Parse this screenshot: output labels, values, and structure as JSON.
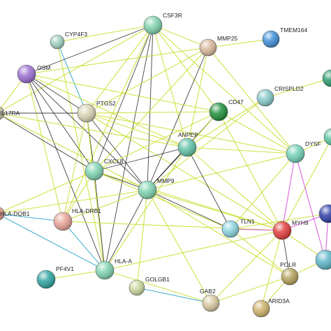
{
  "network": {
    "nodes": [
      {
        "id": "CSF3R",
        "label": "CSF3R",
        "color": "#7fd3b0"
      },
      {
        "id": "CYP4F3",
        "label": "CYP4F3",
        "color": "#9fd0c0"
      },
      {
        "id": "MMP25",
        "label": "MMP25",
        "color": "#d9b89a"
      },
      {
        "id": "TMEM164",
        "label": "TMEM164",
        "color": "#3f8fd6"
      },
      {
        "id": "OSM",
        "label": "OSM",
        "color": "#9a6fd2"
      },
      {
        "id": "PTGS2",
        "label": "PTGS2",
        "color": "#d8d3b2"
      },
      {
        "id": "CD47",
        "label": "CD47",
        "color": "#1f8f3a"
      },
      {
        "id": "CRISPLD2",
        "label": "CRISPLD2",
        "color": "#86c9c9"
      },
      {
        "id": "IL17RA",
        "label": "IL17RA",
        "color": "#c8c3a8"
      },
      {
        "id": "ANPEP",
        "label": "ANPEP",
        "color": "#63c2a8"
      },
      {
        "id": "DYSF",
        "label": "DYSF",
        "color": "#72d1b8"
      },
      {
        "id": "CXCL8",
        "label": "CXCL8",
        "color": "#7fd3b0"
      },
      {
        "id": "MMP9",
        "label": "MMP9",
        "color": "#7fd3b0"
      },
      {
        "id": "HLA-DQB1",
        "label": "HLA-DQB1",
        "color": "#e49b8d"
      },
      {
        "id": "HLA-DRB1",
        "label": "HLA-DRB1",
        "color": "#e8a397"
      },
      {
        "id": "TLN1",
        "label": "TLN1",
        "color": "#8ad4df"
      },
      {
        "id": "MYH9",
        "label": "MYH9",
        "color": "#e23d3d"
      },
      {
        "id": "PF4V1",
        "label": "PF4V1",
        "color": "#2ea3a0"
      },
      {
        "id": "HLA-A",
        "label": "HLA-A",
        "color": "#7fd3b0"
      },
      {
        "id": "GOLGB1",
        "label": "GOLGB1",
        "color": "#c9d69c"
      },
      {
        "id": "POLR",
        "label": "POLR",
        "color": "#b3a25a"
      },
      {
        "id": "GAB2",
        "label": "GAB2",
        "color": "#d8c8a0"
      },
      {
        "id": "ARID3A",
        "label": "ARID3A",
        "color": "#cdb26a"
      },
      {
        "id": "RIGHT1",
        "label": "",
        "color": "#2c9b6f"
      },
      {
        "id": "RIGHT2",
        "label": "",
        "color": "#2f3fa6"
      },
      {
        "id": "RIGHT3",
        "label": "",
        "color": "#5fb6c8"
      },
      {
        "id": "RIGHT4",
        "label": "",
        "color": "#5cc6a0"
      }
    ],
    "edges": [
      [
        "CSF3R",
        "CYP4F3",
        "#c9dd2a"
      ],
      [
        "CSF3R",
        "OSM",
        "#222222"
      ],
      [
        "CSF3R",
        "PTGS2",
        "#c9dd2a"
      ],
      [
        "CSF3R",
        "CXCL8",
        "#222222"
      ],
      [
        "CSF3R",
        "MMP9",
        "#222222"
      ],
      [
        "CSF3R",
        "ANPEP",
        "#c9dd2a"
      ],
      [
        "CSF3R",
        "HLA-A",
        "#222222"
      ],
      [
        "CSF3R",
        "HLA-DRB1",
        "#c9dd2a"
      ],
      [
        "CSF3R",
        "CD47",
        "#c9dd2a"
      ],
      [
        "CSF3R",
        "DYSF",
        "#c9dd2a"
      ],
      [
        "CSF3R",
        "MMP25",
        "#c9dd2a"
      ],
      [
        "CSF3R",
        "IL17RA",
        "#c9dd2a"
      ],
      [
        "CYP4F3",
        "PTGS2",
        "#2aa5c9"
      ],
      [
        "CYP4F3",
        "HLA-A",
        "#c9dd2a"
      ],
      [
        "MMP25",
        "MMP9",
        "#222222"
      ],
      [
        "MMP25",
        "CXCL8",
        "#c9dd2a"
      ],
      [
        "MMP25",
        "ANPEP",
        "#c9dd2a"
      ],
      [
        "MMP25",
        "PTGS2",
        "#c9dd2a"
      ],
      [
        "MMP25",
        "OSM",
        "#c9dd2a"
      ],
      [
        "MMP25",
        "DYSF",
        "#c9dd2a"
      ],
      [
        "OSM",
        "PTGS2",
        "#222222"
      ],
      [
        "OSM",
        "CXCL8",
        "#222222"
      ],
      [
        "OSM",
        "MMP9",
        "#222222"
      ],
      [
        "OSM",
        "HLA-DRB1",
        "#c9dd2a"
      ],
      [
        "OSM",
        "CD47",
        "#c9dd2a"
      ],
      [
        "OSM",
        "ANPEP",
        "#c9dd2a"
      ],
      [
        "OSM",
        "IL17RA",
        "#c9dd2a"
      ],
      [
        "OSM",
        "HLA-A",
        "#222222"
      ],
      [
        "PTGS2",
        "CXCL8",
        "#222222"
      ],
      [
        "PTGS2",
        "MMP9",
        "#222222"
      ],
      [
        "PTGS2",
        "ANPEP",
        "#c9dd2a"
      ],
      [
        "PTGS2",
        "HLA-DRB1",
        "#c9dd2a"
      ],
      [
        "PTGS2",
        "HLA-A",
        "#c9dd2a"
      ],
      [
        "PTGS2",
        "IL17RA",
        "#222222"
      ],
      [
        "PTGS2",
        "CD47",
        "#c9dd2a"
      ],
      [
        "PTGS2",
        "MYH9",
        "#c9dd2a"
      ],
      [
        "PTGS2",
        "DYSF",
        "#c9dd2a"
      ],
      [
        "IL17RA",
        "CXCL8",
        "#222222"
      ],
      [
        "IL17RA",
        "MMP9",
        "#c9dd2a"
      ],
      [
        "IL17RA",
        "HLA-DQB1",
        "#c9dd2a"
      ],
      [
        "IL17RA",
        "ANPEP",
        "#c9dd2a"
      ],
      [
        "CXCL8",
        "MMP9",
        "#222222"
      ],
      [
        "CXCL8",
        "HLA-DRB1",
        "#c9dd2a"
      ],
      [
        "CXCL8",
        "HLA-A",
        "#222222"
      ],
      [
        "CXCL8",
        "ANPEP",
        "#222222"
      ],
      [
        "CXCL8",
        "CD47",
        "#c9dd2a"
      ],
      [
        "CXCL8",
        "HLA-DQB1",
        "#c9dd2a"
      ],
      [
        "CXCL8",
        "MYH9",
        "#c9dd2a"
      ],
      [
        "CXCL8",
        "TLN1",
        "#c9dd2a"
      ],
      [
        "MMP9",
        "ANPEP",
        "#222222"
      ],
      [
        "MMP9",
        "CD47",
        "#222222"
      ],
      [
        "MMP9",
        "HLA-A",
        "#222222"
      ],
      [
        "MMP9",
        "HLA-DRB1",
        "#c9dd2a"
      ],
      [
        "MMP9",
        "TLN1",
        "#222222"
      ],
      [
        "MMP9",
        "MYH9",
        "#c9dd2a"
      ],
      [
        "MMP9",
        "DYSF",
        "#c9dd2a"
      ],
      [
        "MMP9",
        "HLA-DQB1",
        "#c9dd2a"
      ],
      [
        "MMP9",
        "GAB2",
        "#c9dd2a"
      ],
      [
        "MMP9",
        "POLR",
        "#c9dd2a"
      ],
      [
        "MMP9",
        "GOLGB1",
        "#c9dd2a"
      ],
      [
        "MMP9",
        "CRISPLD2",
        "#c9dd2a"
      ],
      [
        "ANPEP",
        "CD47",
        "#c9dd2a"
      ],
      [
        "ANPEP",
        "DYSF",
        "#c9dd2a"
      ],
      [
        "ANPEP",
        "TLN1",
        "#222222"
      ],
      [
        "ANPEP",
        "MYH9",
        "#c9dd2a"
      ],
      [
        "ANPEP",
        "HLA-A",
        "#c9dd2a"
      ],
      [
        "ANPEP",
        "CRISPLD2",
        "#c9dd2a"
      ],
      [
        "HLA-DQB1",
        "HLA-DRB1",
        "#2aa5c9"
      ],
      [
        "HLA-DQB1",
        "HLA-A",
        "#2aa5c9"
      ],
      [
        "HLA-DRB1",
        "HLA-A",
        "#2aa5c9"
      ],
      [
        "HLA-DRB1",
        "MYH9",
        "#c9dd2a"
      ],
      [
        "TLN1",
        "MYH9",
        "#d84ad8"
      ],
      [
        "TLN1",
        "RIGHT2",
        "#c9dd2a"
      ],
      [
        "TLN1",
        "POLR",
        "#c9dd2a"
      ],
      [
        "MYH9",
        "DYSF",
        "#d84ad8"
      ],
      [
        "MYH9",
        "RIGHT2",
        "#d84ad8"
      ],
      [
        "MYH9",
        "RIGHT3",
        "#c9dd2a"
      ],
      [
        "MYH9",
        "POLR",
        "#222222"
      ],
      [
        "MYH9",
        "GAB2",
        "#c9dd2a"
      ],
      [
        "MYH9",
        "ARID3A",
        "#c9dd2a"
      ],
      [
        "MYH9",
        "HLA-A",
        "#c9dd2a"
      ],
      [
        "MYH9",
        "RIGHT4",
        "#c9dd2a"
      ],
      [
        "DYSF",
        "RIGHT4",
        "#c9dd2a"
      ],
      [
        "DYSF",
        "RIGHT3",
        "#d84ad8"
      ],
      [
        "DYSF",
        "TLN1",
        "#c9dd2a"
      ],
      [
        "CRISPLD2",
        "RIGHT1",
        "#c9dd2a"
      ],
      [
        "CD47",
        "DYSF",
        "#c9dd2a"
      ],
      [
        "CD47",
        "MYH9",
        "#c9dd2a"
      ],
      [
        "POLR",
        "ARID3A",
        "#c9dd2a"
      ],
      [
        "POLR",
        "RIGHT3",
        "#c9dd2a"
      ],
      [
        "POLR",
        "GAB2",
        "#c9dd2a"
      ],
      [
        "GAB2",
        "GOLGB1",
        "#2aa5c9"
      ],
      [
        "HLA-A",
        "PF4V1",
        "#c9dd2a"
      ],
      [
        "HLA-A",
        "GAB2",
        "#c9dd2a"
      ],
      [
        "TMEM164",
        "MMP25",
        "#c9dd2a"
      ],
      [
        "RIGHT2",
        "RIGHT3",
        "#d84ad8"
      ]
    ]
  }
}
